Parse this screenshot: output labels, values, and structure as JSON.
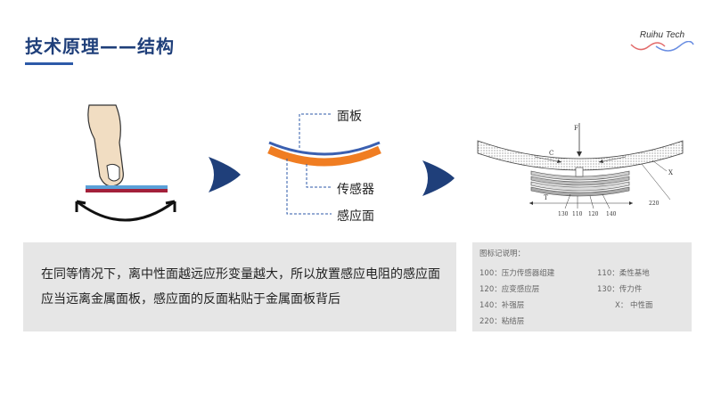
{
  "header": {
    "title": "技术原理——结构",
    "logo_text": "Ruihu Tech"
  },
  "diagram_labels": {
    "panel": "面板",
    "sensor": "传感器",
    "sensing_surface": "感应面"
  },
  "right_diagram": {
    "force": "F",
    "c_label": "C",
    "t_label": "T",
    "x_label": "X",
    "num_220": "220",
    "num_130": "130",
    "num_110": "110",
    "num_120": "120",
    "num_140": "140"
  },
  "description": "在同等情况下，离中性面越远应形变量越大，所以放置感应电阻的感应面应当远离金属面板，感应面的反面粘贴于金属面板背后",
  "legend": {
    "title": "图标记说明：",
    "items": [
      {
        "text": "100：压力传感器组建"
      },
      {
        "text": "110：柔性基地"
      },
      {
        "text": "120：应变感应层"
      },
      {
        "text": "130：传力件"
      },
      {
        "text": "140：补强层"
      },
      {
        "text": "X：  中性面"
      },
      {
        "text": "220：粘结层"
      }
    ]
  },
  "colors": {
    "title": "#1f3f7a",
    "accent_blue": "#2d5aa8",
    "orange": "#f07d22",
    "panel_bg": "#e6e6e6"
  }
}
